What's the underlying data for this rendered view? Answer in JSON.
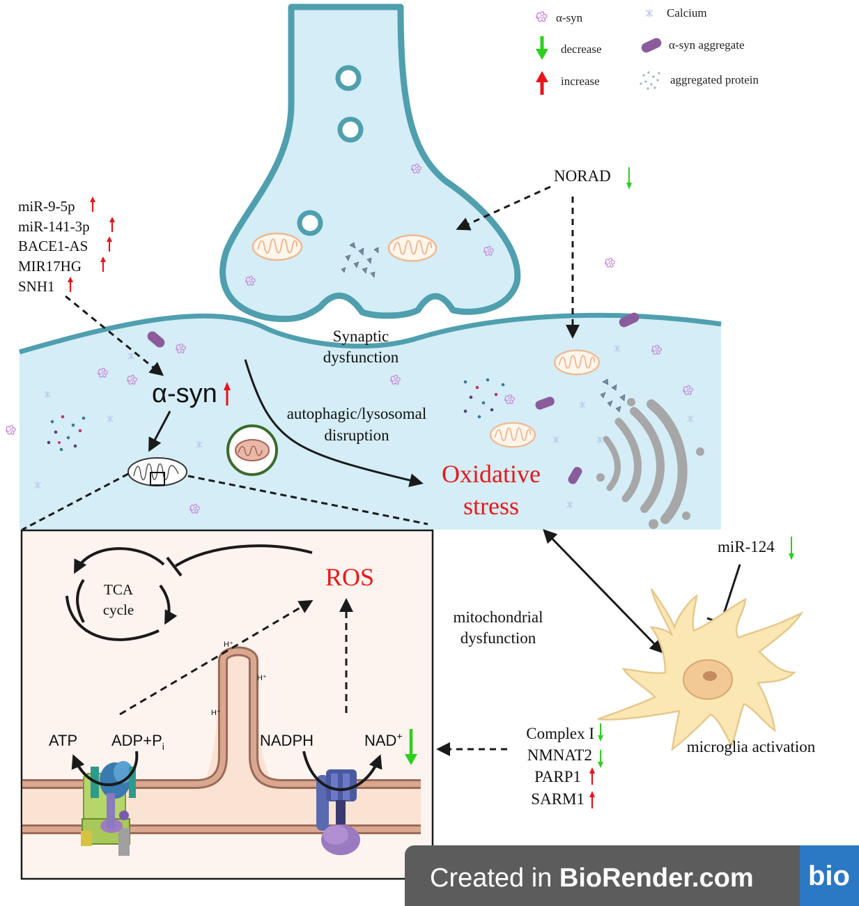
{
  "legend": {
    "asyn": "α-syn",
    "decrease": "decrease",
    "increase": "increase",
    "calcium": "Calcium",
    "asyn_aggregate": "α-syn aggregate",
    "aggregated_protein": "aggregated protein"
  },
  "upregulated_list": [
    "miR-9-5p",
    "miR-141-3p",
    "BACE1-AS",
    "MIR17HG",
    "SNH1"
  ],
  "labels": {
    "norad": "NORAD",
    "synaptic_1": "Synaptic",
    "synaptic_2": "dysfunction",
    "asyn_big": "α-syn",
    "autophagic_1": "autophagic/lysosomal",
    "autophagic_2": "disruption",
    "oxidative_1": "Oxidative",
    "oxidative_2": "stress",
    "mir124": "miR-124",
    "ros": "ROS",
    "tca_1": "TCA",
    "tca_2": "cycle",
    "mito_1": "mitochondrial",
    "mito_2": "dysfunction",
    "atp": "ATP",
    "adp": "ADP+P",
    "adp_sub": "i",
    "nadph": "NADPH",
    "nad": "NAD",
    "nad_sup": "+",
    "hplus": "H⁺",
    "microglia": "microglia activation"
  },
  "markers": [
    "Complex I",
    "NMNAT2",
    "PARP1",
    "SARM1"
  ],
  "watermark": {
    "prefix": "Created in ",
    "brand": "BioRender.com",
    "logo": "bio"
  },
  "colors": {
    "membrane": "#4f9fae",
    "cytoplasm": "#d4edf6",
    "increase": "#e8141a",
    "decrease": "#2bd01c",
    "ros": "#e81818",
    "inset_bg": "#fcefea"
  }
}
